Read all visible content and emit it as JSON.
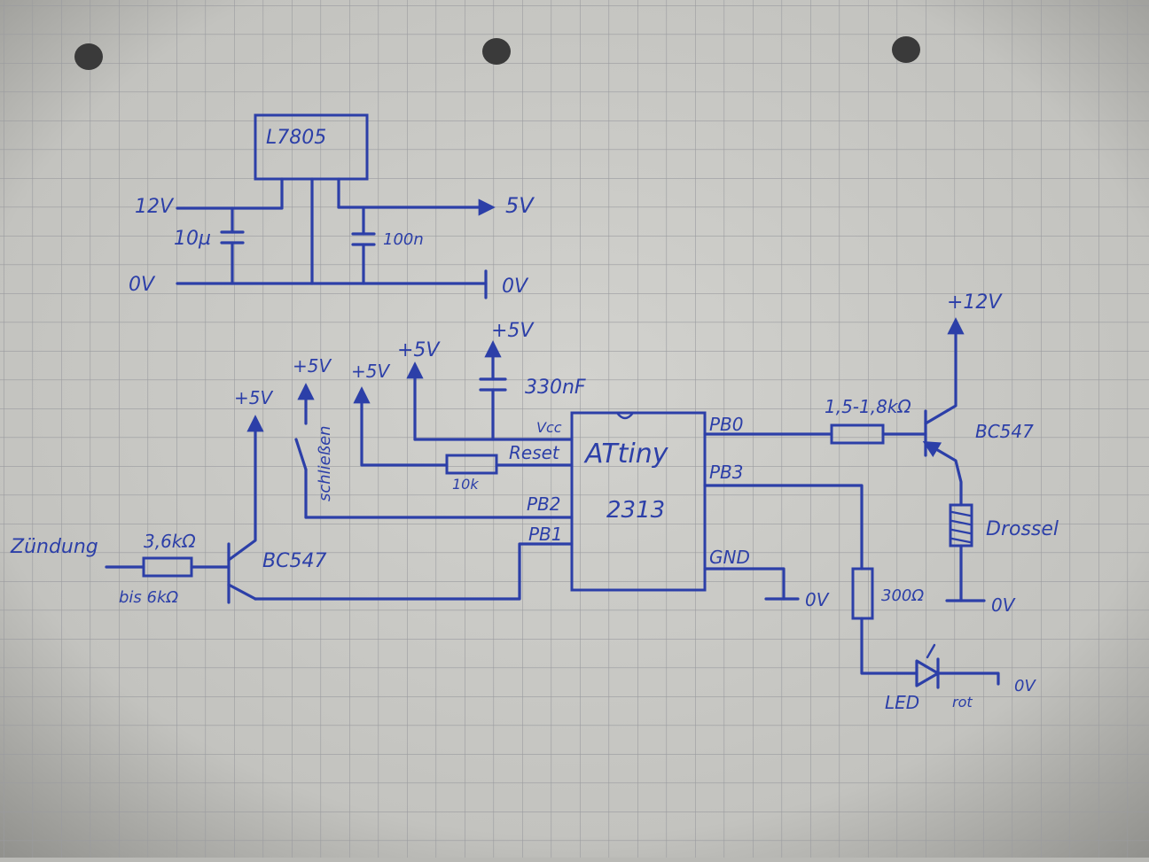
{
  "colors": {
    "paper": "#c9c9c5",
    "grid": "#9a9b9f",
    "ink": "#2c3fa8",
    "hole": "#3a3a3a"
  },
  "regulator": {
    "chip": "L7805",
    "input": "12V",
    "output": "5V",
    "ground_left": "0V",
    "ground_right": "0V",
    "cap_in": "10µ",
    "cap_out": "100n"
  },
  "mcu": {
    "name_line1": "ATtiny",
    "name_line2": "2313",
    "pins": {
      "vcc": "Vcc",
      "reset": "Reset",
      "pb2": "PB2",
      "pb1": "PB1",
      "pb0": "PB0",
      "pb3": "PB3",
      "gnd": "GND"
    }
  },
  "supplies": {
    "p1": "+5V",
    "p2": "+5V",
    "p3": "+5V",
    "p4": "+5V",
    "p5": "+5V",
    "p12": "+12V"
  },
  "components": {
    "cap_vcc": "330nF",
    "reset_res": "10k",
    "switch": "schließen",
    "input_label": "Zündung",
    "input_res_top": "3,6kΩ",
    "input_res_bottom": "bis 6kΩ",
    "q1": "BC547",
    "base_res": "1,5-1,8kΩ",
    "q2": "BC547",
    "coil": "Drossel",
    "coil_gnd": "0V",
    "led_res": "300Ω",
    "led": "LED",
    "led_color": "rot",
    "led_gnd": "0V",
    "mcu_gnd": "0V"
  }
}
